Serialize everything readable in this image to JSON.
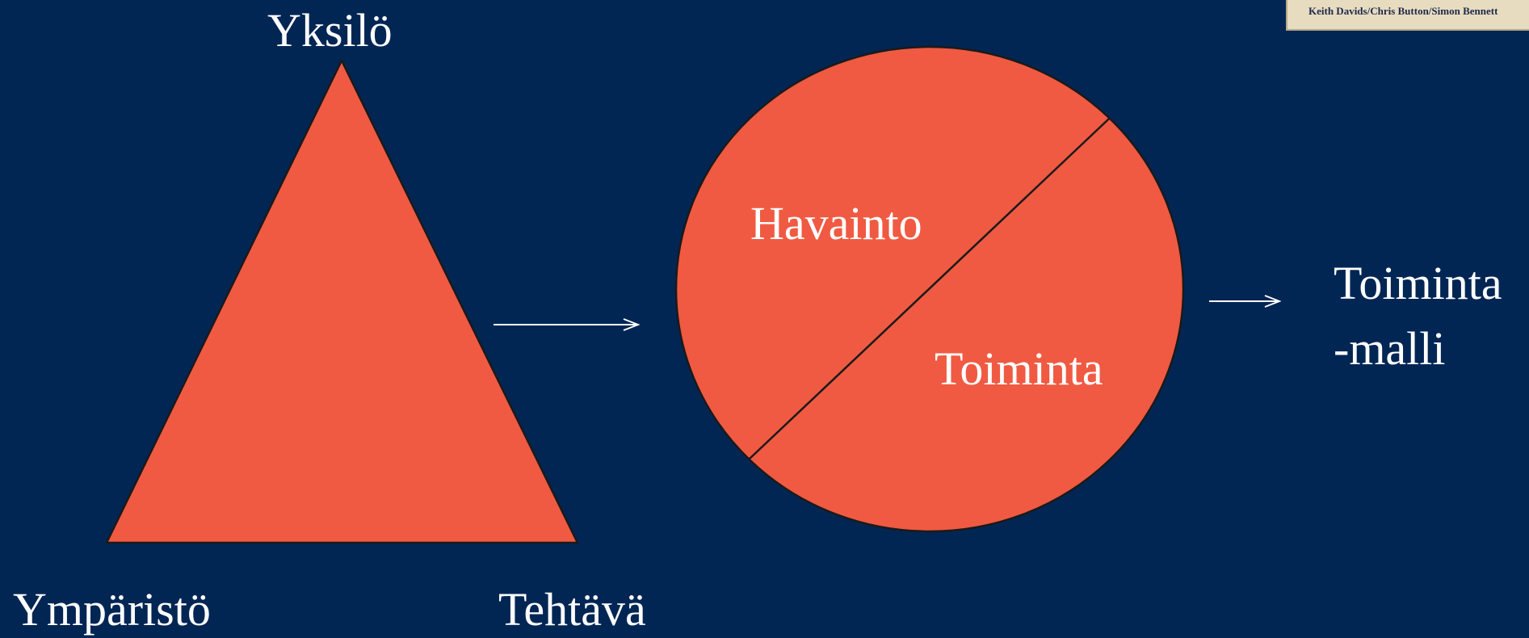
{
  "colors": {
    "background": "#012654",
    "shape_fill": "#f05a42",
    "shape_stroke": "#1a1a1a",
    "text": "#ffffff",
    "arrow": "#ffffff"
  },
  "book_caption": "Keith Davids/Chris Button/Simon Bennett",
  "triangle": {
    "top_label": "Yksilö",
    "bottom_left_label": "Ympäristö",
    "bottom_right_label": "Tehtävä"
  },
  "circle": {
    "upper_label": "Havainto",
    "lower_label": "Toiminta"
  },
  "result": {
    "line1": "Toiminta",
    "line2": "-malli"
  }
}
